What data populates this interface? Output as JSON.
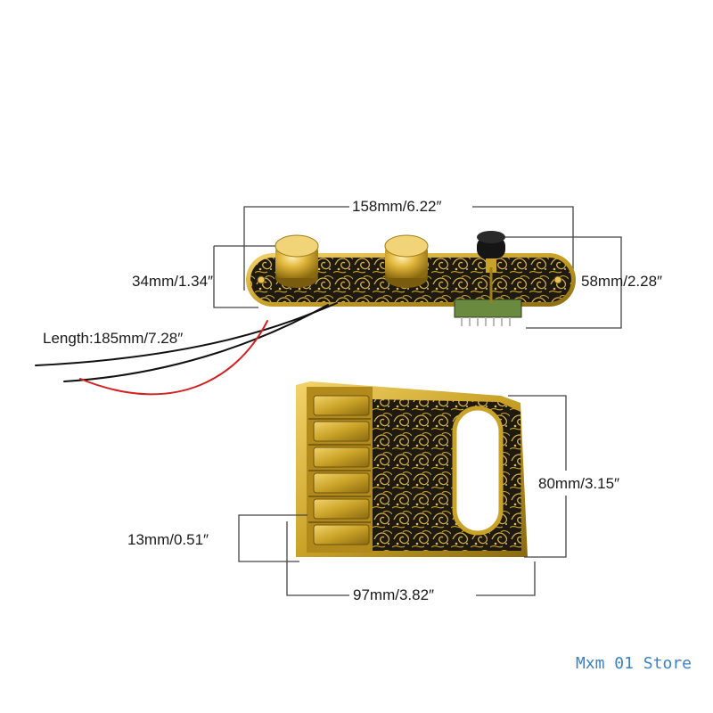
{
  "dimensions": {
    "control_plate_length": "158mm/6.22″",
    "control_plate_height": "34mm/1.34″",
    "switch_height": "58mm/2.28″",
    "wire_length": "Length:185mm/7.28″",
    "bridge_height": "80mm/3.15″",
    "saddle_height": "13mm/0.51″",
    "bridge_width": "97mm/3.82″"
  },
  "watermark": "Mxm 01 Store",
  "colors": {
    "gold": "#c9a227",
    "gold_dark": "#8a6a10",
    "engraving": "#1e1a10",
    "wire_red": "#d42020",
    "wire_black": "#111111",
    "dimension_line": "#444444",
    "watermark": "#3b82c4"
  }
}
